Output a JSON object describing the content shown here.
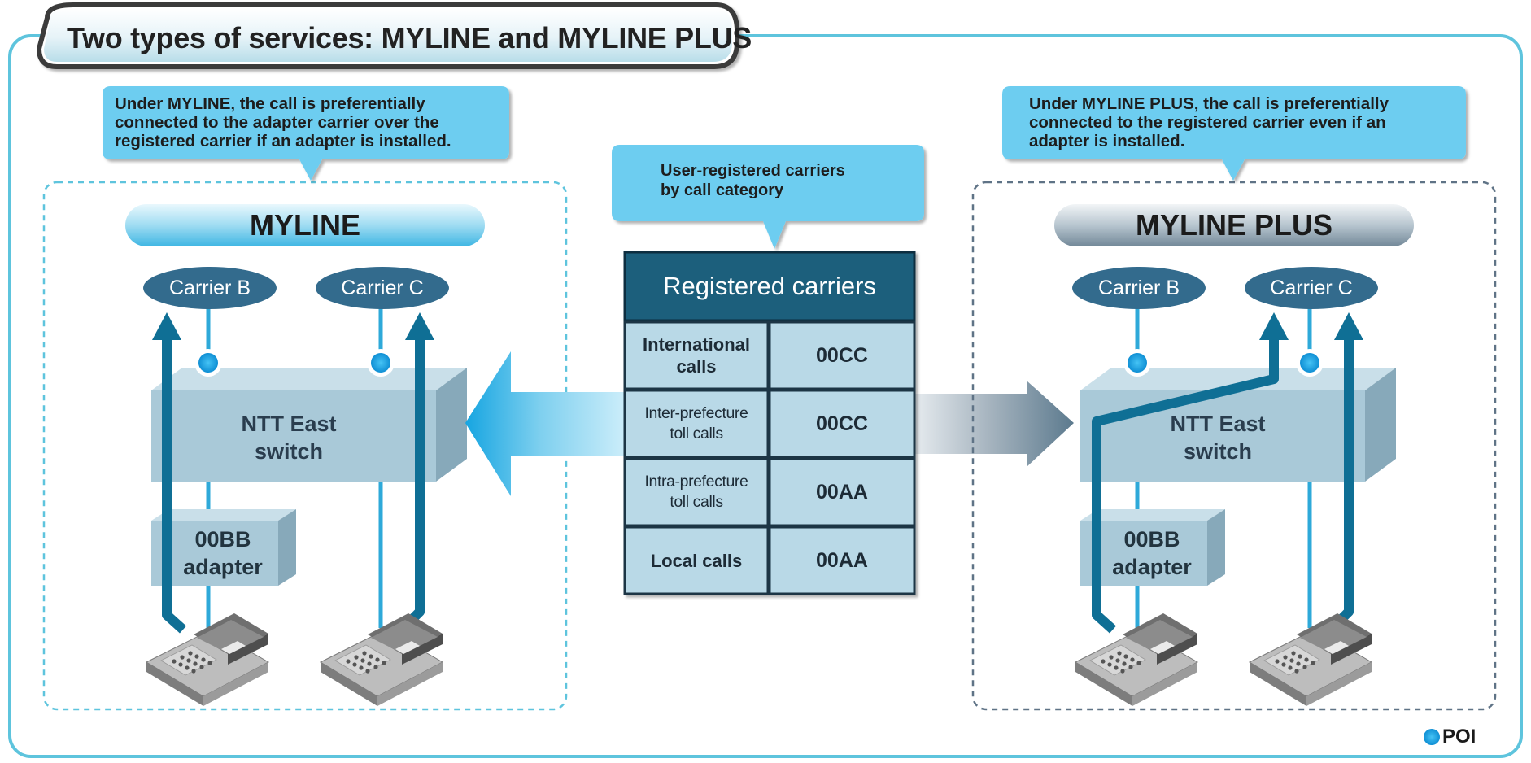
{
  "title": "Two types of services: MYLINE and MYLINE PLUS",
  "left_panel": {
    "callout": [
      "Under MYLINE, the call is preferentially",
      "connected to the adapter carrier over the",
      "registered carrier if an adapter is installed."
    ],
    "pill": "MYLINE",
    "carriers": [
      "Carrier B",
      "Carrier C"
    ],
    "switch": [
      "NTT East",
      "switch"
    ],
    "adapter": [
      "00BB",
      "adapter"
    ]
  },
  "right_panel": {
    "callout": [
      "Under MYLINE PLUS, the call is preferentially",
      "connected to the registered carrier even if an",
      "adapter is installed."
    ],
    "pill": "MYLINE PLUS",
    "carriers": [
      "Carrier B",
      "Carrier C"
    ],
    "switch": [
      "NTT East",
      "switch"
    ],
    "adapter": [
      "00BB",
      "adapter"
    ]
  },
  "center": {
    "callout": [
      "User-registered carriers",
      "by call category"
    ],
    "table_title": "Registered carriers",
    "rows": [
      {
        "category": [
          "International",
          "calls"
        ],
        "carrier": "00CC"
      },
      {
        "category": [
          "Inter-prefecture",
          "toll calls"
        ],
        "carrier": "00CC"
      },
      {
        "category": [
          "Intra-prefecture",
          "toll calls"
        ],
        "carrier": "00AA"
      },
      {
        "category": [
          "Local calls"
        ],
        "carrier": "00AA"
      }
    ]
  },
  "legend": "POI",
  "colors": {
    "frame": "#5ec4dd",
    "callout_fill": "#6dcdf0",
    "arrow_dark": "#0f6f95",
    "carrier_oval": "#336b8d",
    "switch_fill": "#a9c9d8",
    "table_header": "#1b5f7c",
    "table_cell": "#b9d9e7",
    "poi": "#1fa6e6"
  }
}
